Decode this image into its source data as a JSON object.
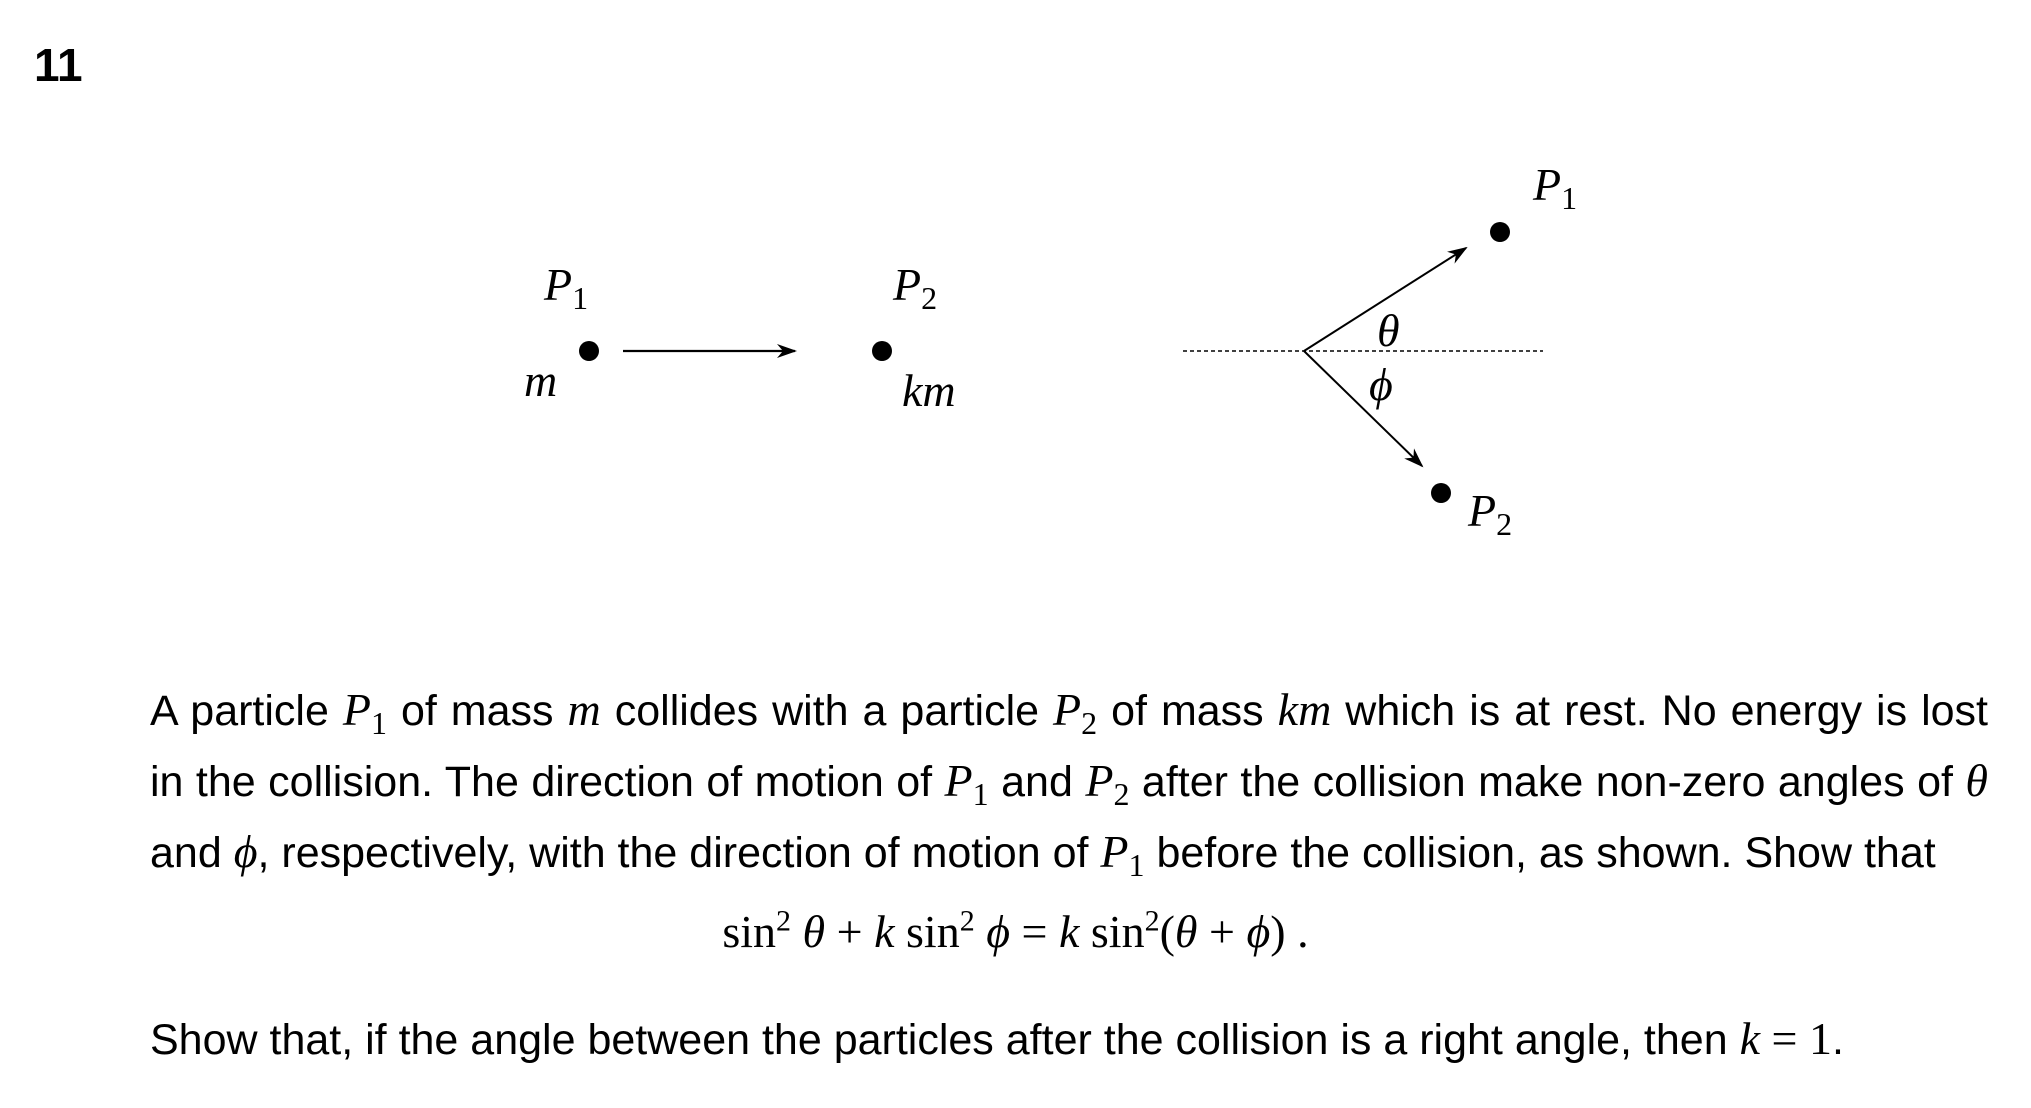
{
  "question_number": "11",
  "diagram": {
    "before": {
      "p1_label": "P",
      "p1_sub": "1",
      "p1_mass": "m",
      "p2_label": "P",
      "p2_sub": "2",
      "p2_mass": "km"
    },
    "after": {
      "p1_label": "P",
      "p1_sub": "1",
      "p2_label": "P",
      "p2_sub": "2",
      "angle_theta": "θ",
      "angle_phi": "ϕ"
    }
  },
  "paragraph1": {
    "s1": "A particle ",
    "p1": "P",
    "p1_sub": "1",
    "s2": " of mass ",
    "m": "m",
    "s3": " collides with a particle ",
    "p2": "P",
    "p2_sub": "2",
    "s4": " of mass ",
    "km": "km",
    "s5": " which is at rest. No energy is lost in the collision. The direction of motion of ",
    "p1b": "P",
    "p1b_sub": "1",
    "s6": " and ",
    "p2b": "P",
    "p2b_sub": "2",
    "s7": " after the collision make non-zero angles of ",
    "theta": "θ",
    "s8": " and ",
    "phi": "ϕ",
    "s9": ", respectively, with the direction of motion of ",
    "p1c": "P",
    "p1c_sub": "1",
    "s10": " before the collision, as shown. Show that"
  },
  "equation": {
    "sin": "sin",
    "sq": "2",
    "theta": "θ",
    "plus": " + ",
    "k": "k",
    "phi": "ϕ",
    "eq": " = ",
    "open": "(",
    "close": ")",
    "end": " ."
  },
  "paragraph2": {
    "s1": "Show that, if the angle between the particles after the collision is a right angle, then ",
    "k": "k",
    "eq": " = ",
    "one": "1",
    "end": "."
  }
}
